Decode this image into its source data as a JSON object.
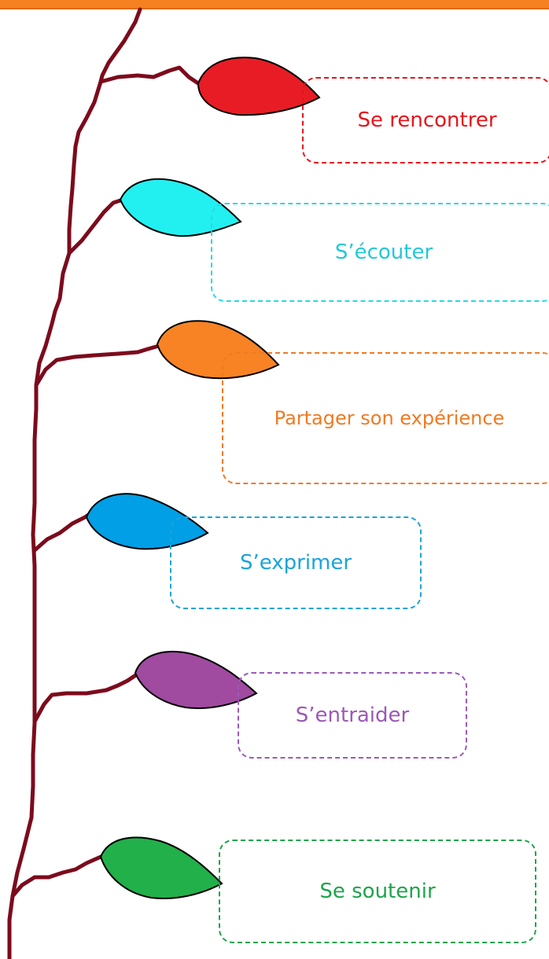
{
  "items": [
    {
      "label": "Se rencontrer",
      "color": "#e81c24"
    },
    {
      "label": "S’écouter",
      "color": "#22f0f0"
    },
    {
      "label": "Partager son expérience",
      "color": "#f78324"
    },
    {
      "label": "S’exprimer",
      "color": "#009fe6"
    },
    {
      "label": "S’entraider",
      "color": "#a04aa0"
    },
    {
      "label": "Se soutenir",
      "color": "#22b04a"
    }
  ],
  "stem_color": "#7c0b1c"
}
